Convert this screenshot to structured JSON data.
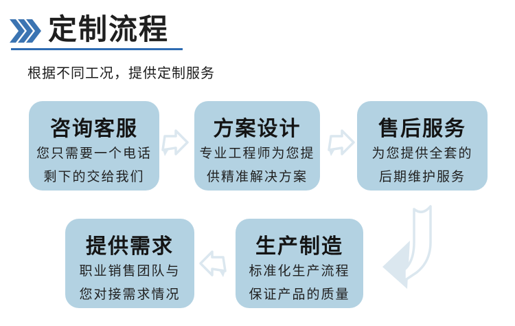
{
  "header": {
    "title": "定制流程",
    "chevrons_icon": "triple-chevron-right",
    "accent_color": "#3b74b2",
    "underline_color": "#2e6bb2"
  },
  "intro": {
    "text": "根据不同工况，提供定制服务"
  },
  "flow": {
    "box_color": "#b3d2e2",
    "arrow_color": "#dbe7ef",
    "steps": [
      {
        "title": "咨询客服",
        "lines": [
          "您只需要一个电话",
          "剩下的交给我们"
        ]
      },
      {
        "title": "方案设计",
        "lines": [
          "专业工程师为您提",
          "供精准解决方案"
        ]
      },
      {
        "title": "售后服务",
        "lines": [
          "为您提供全套的",
          "后期维护服务"
        ]
      },
      {
        "title": "生产制造",
        "lines": [
          "标准化生产流程",
          "保证产品的质量"
        ]
      },
      {
        "title": "提供需求",
        "lines": [
          "职业销售团队与",
          "您对接需求情况"
        ]
      }
    ]
  }
}
